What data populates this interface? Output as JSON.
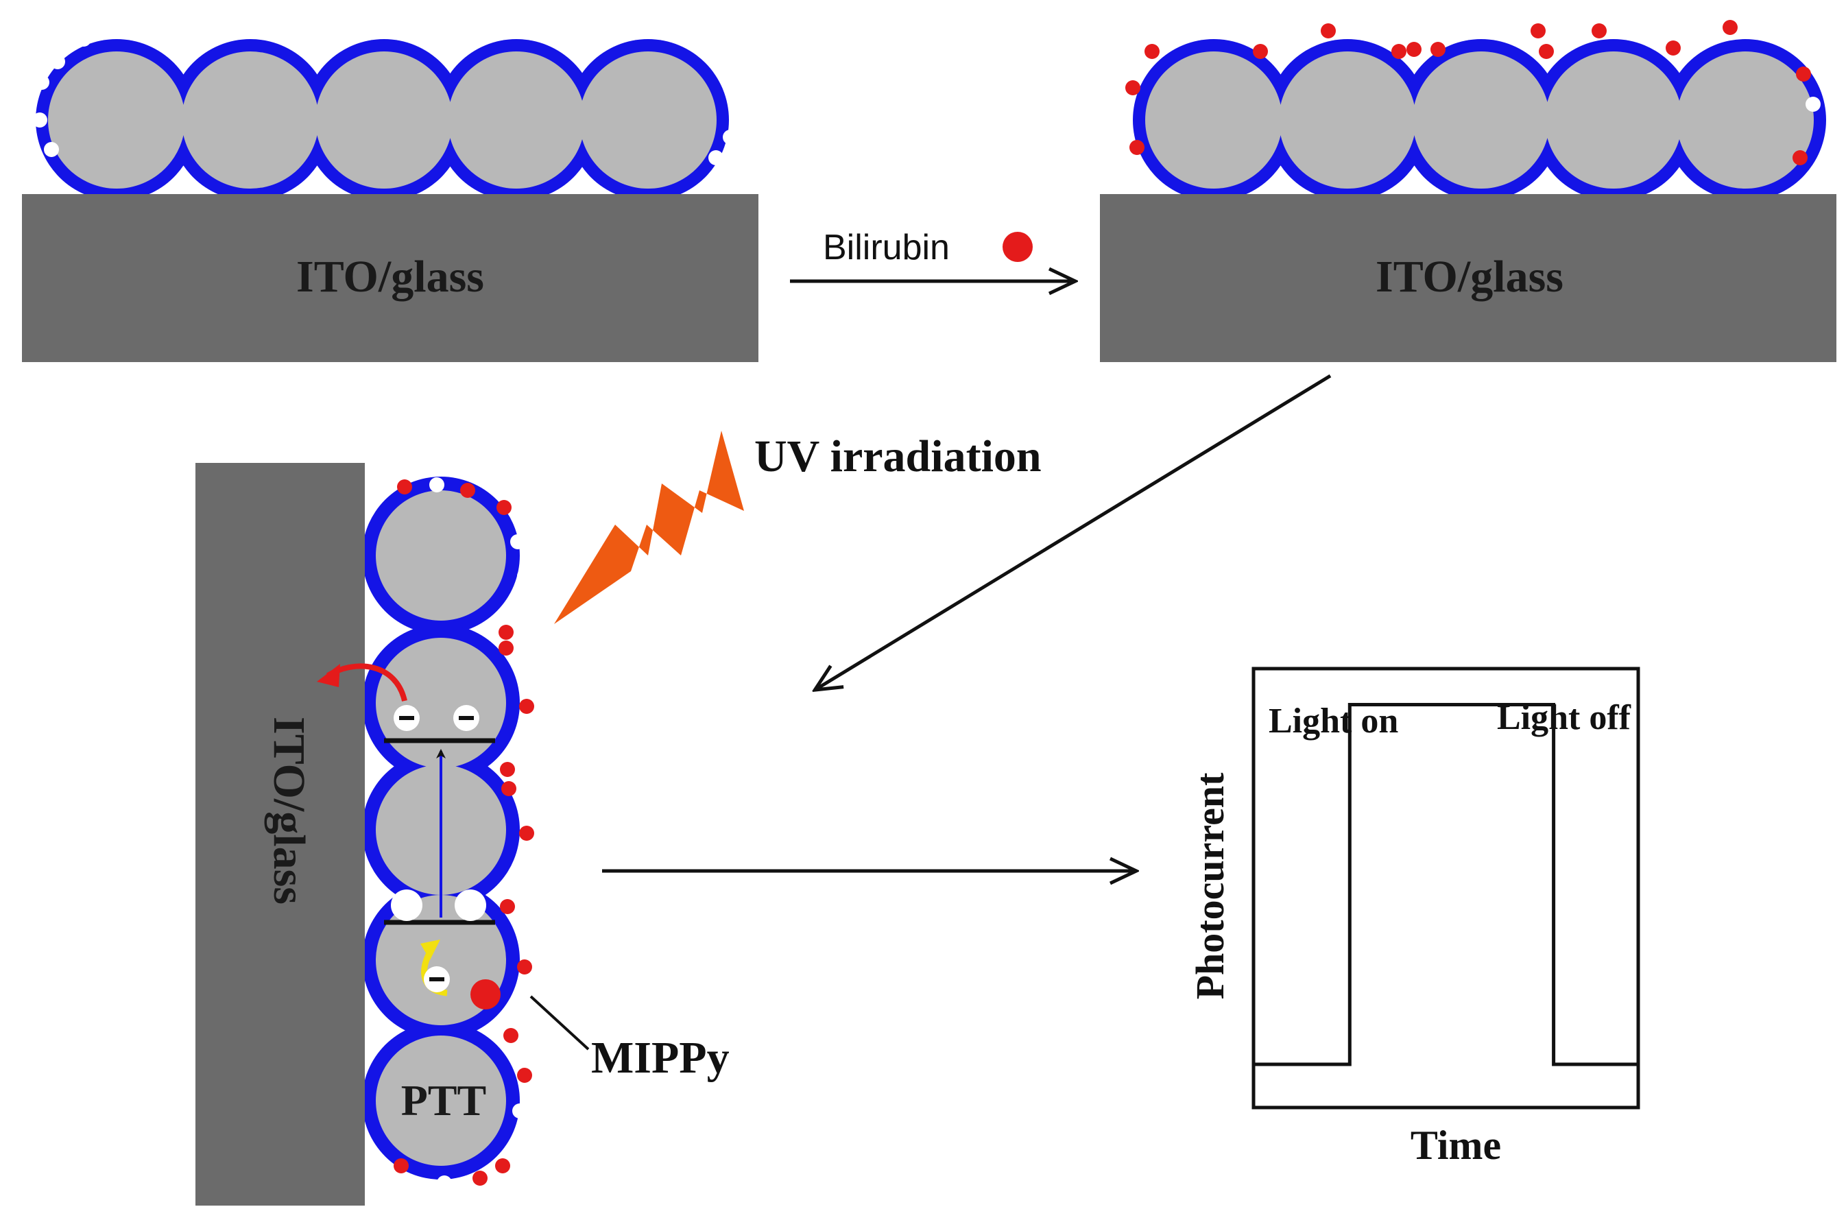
{
  "labels": {
    "substrate_top_left": "ITO/glass",
    "substrate_top_right": "ITO/glass",
    "substrate_vertical": "ITO/glass",
    "bilirubin": "Bilirubin",
    "uv": "UV irradiation",
    "mippy": "MIPPy",
    "ptt": "PTT"
  },
  "inset_chart": {
    "ylabel": "Photocurrent",
    "xlabel": "Time",
    "light_on": "Light on",
    "light_off": "Light off"
  },
  "chart_data": {
    "type": "line",
    "title": "",
    "xlabel": "Time",
    "ylabel": "Photocurrent",
    "annotations": [
      "Light on",
      "Light off"
    ],
    "series": [
      {
        "x": [
          0,
          25,
          25,
          78,
          78,
          100
        ],
        "values": [
          0,
          0,
          1,
          1,
          0,
          0
        ]
      }
    ],
    "xlim": [
      0,
      100
    ],
    "ylim": [
      -0.12,
      1.1
    ],
    "grid": false
  },
  "colors": {
    "substrate": "#6b6b6b",
    "particle": "#b8b8b8",
    "polymer_shell": "#1414e6",
    "template_site": "#ffffff",
    "bilirubin": "#e41b1b",
    "uv_bolt": "#ee5a12",
    "electron_path": "#f2e010",
    "arrow": "#111111"
  }
}
